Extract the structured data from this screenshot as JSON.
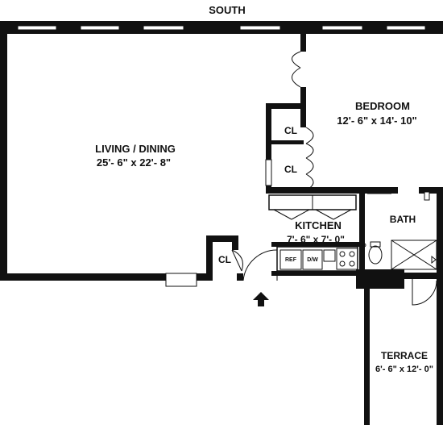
{
  "compass": "SOUTH",
  "rooms": {
    "living": {
      "name": "LIVING / DINING",
      "dims": "25'- 6\" x 22'- 8\""
    },
    "bedroom": {
      "name": "BEDROOM",
      "dims": "12'- 6\" x 14'- 10\""
    },
    "kitchen": {
      "name": "KITCHEN",
      "dims": "7'- 6\" x 7'- 0\""
    },
    "bath": {
      "name": "BATH"
    },
    "terrace": {
      "name": "TERRACE",
      "dims": "6'- 6\" x 12'- 0\""
    }
  },
  "closets": {
    "closet_1": "CL",
    "closet_2": "CL",
    "closet_3": "CL"
  },
  "appliances": {
    "refrigerator": "REF",
    "dishwasher": "D/W"
  }
}
